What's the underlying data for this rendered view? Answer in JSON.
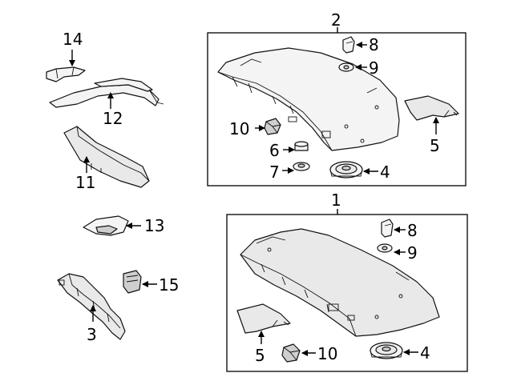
{
  "diagram": {
    "callouts": {
      "c1": "1",
      "c2": "2",
      "c3": "3",
      "c4_top": "4",
      "c4_bottom": "4",
      "c5_top": "5",
      "c5_bottom": "5",
      "c6": "6",
      "c7": "7",
      "c8_top": "8",
      "c8_bottom": "8",
      "c9_top": "9",
      "c9_bottom": "9",
      "c10_top": "10",
      "c10_bottom": "10",
      "c11": "11",
      "c12": "12",
      "c13": "13",
      "c14": "14",
      "c15": "15"
    }
  }
}
